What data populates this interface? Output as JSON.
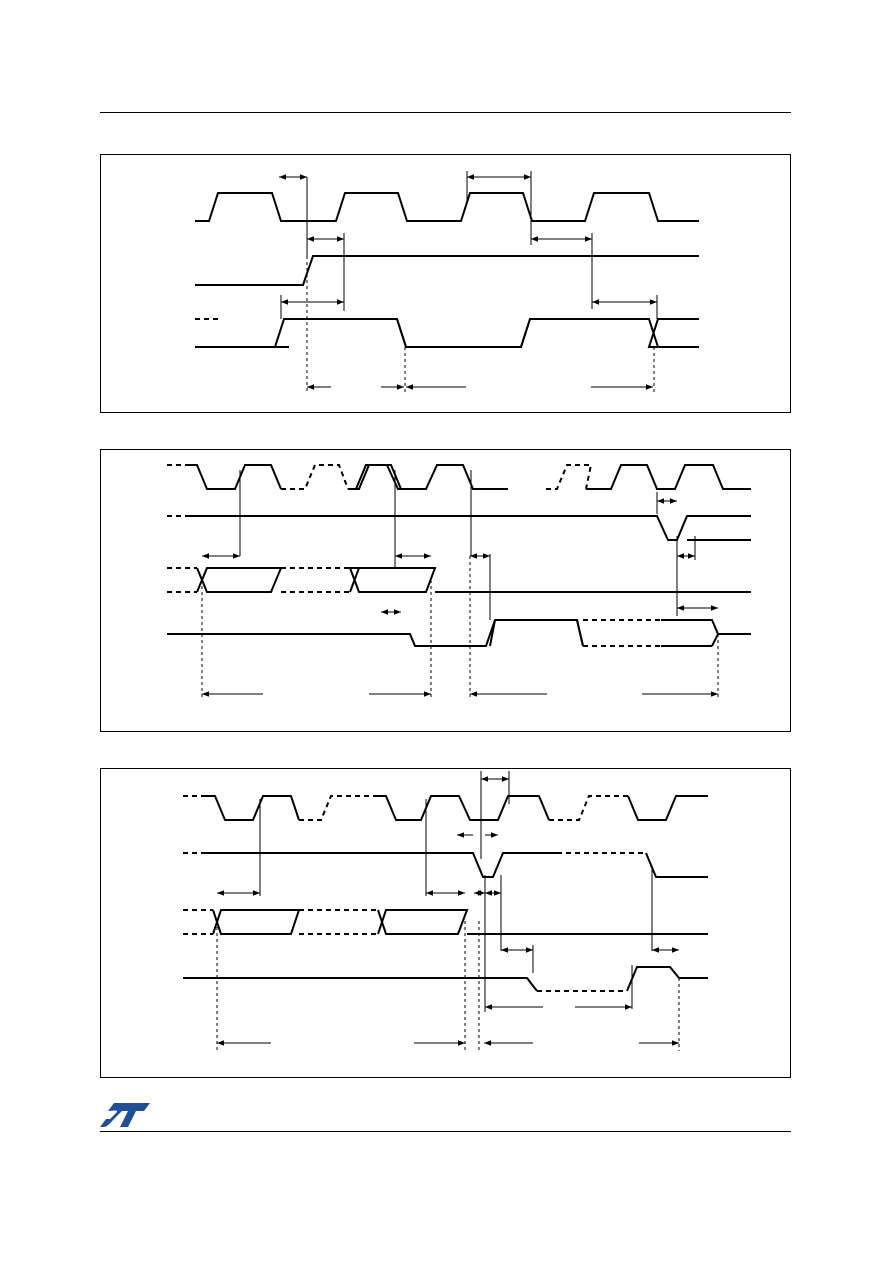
{
  "page": {
    "header_rule": true,
    "footer_rule": true
  },
  "logo": {
    "name": "st-logo",
    "color": "#1f4e9a"
  },
  "diagrams": [
    {
      "id": "timing-diagram-1",
      "signal_count": 4
    },
    {
      "id": "timing-diagram-2",
      "signal_count": 4
    },
    {
      "id": "timing-diagram-3",
      "signal_count": 4
    }
  ]
}
